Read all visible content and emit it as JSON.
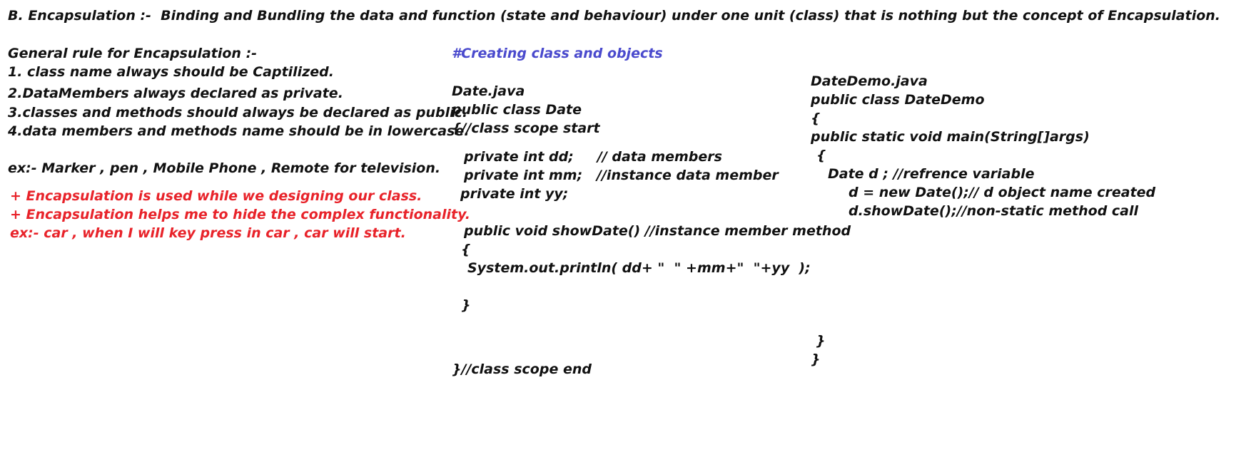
{
  "heading": "B. Encapsulation :-  Binding and Bundling the data and function (state and behaviour) under one unit (class) that is nothing but the concept of Encapsulation.",
  "rules": {
    "title": "General rule for Encapsulation :-",
    "items": [
      "1. class name always should be Captilized.",
      "2.DataMembers always declared as private.",
      "3.classes and methods should always be declared as public.",
      "4.data members and methods name should be in lowercase."
    ],
    "example": "ex:- Marker , pen , Mobile Phone , Remote for television."
  },
  "notes": {
    "color": "#e8232a",
    "items": [
      "+ Encapsulation is used while we designing our class.",
      "+ Encapsulation helps me to hide the complex functionality.",
      "ex:- car , when I will key press in car , car will start."
    ]
  },
  "date_class": {
    "comment": "#Creating class and objects",
    "comment_color": "#4a4acd",
    "lines": [
      "Date.java",
      "public class Date",
      "{//class scope start",
      "private int dd;     // data members",
      "private int mm;   //instance data member",
      "private int yy;",
      "public void showDate() //instance member method",
      "{",
      "System.out.println( dd+ \"  \" +mm+\"  \"+yy  );",
      "}",
      "}//class scope end"
    ]
  },
  "datedemo_class": {
    "lines": [
      "DateDemo.java",
      "public class DateDemo",
      "{",
      "public static void main(String[]args)",
      "{",
      "Date d ; //refrence variable",
      "d = new Date();// d object name created",
      "d.showDate();//non-static method call",
      "}",
      "}"
    ]
  }
}
